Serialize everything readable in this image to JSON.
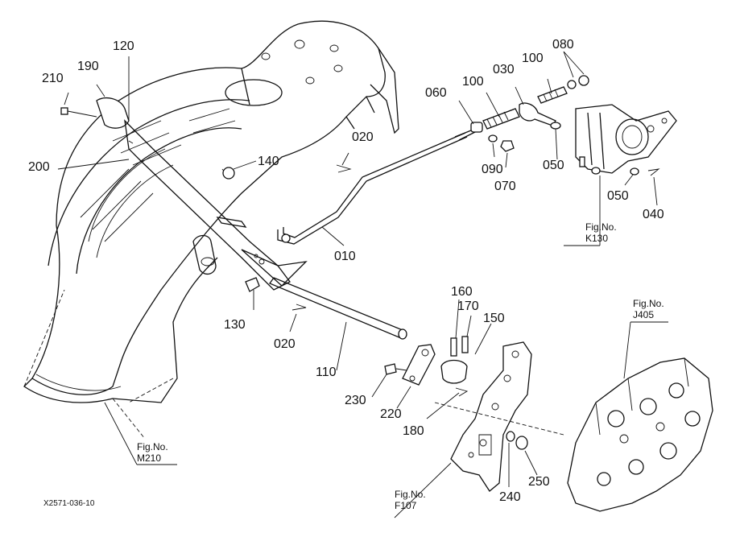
{
  "drawing_code": "X2571-036-10",
  "parts": [
    {
      "id": "p010",
      "label": "010"
    },
    {
      "id": "p020a",
      "label": "020"
    },
    {
      "id": "p020b",
      "label": "020"
    },
    {
      "id": "p030",
      "label": "030"
    },
    {
      "id": "p040",
      "label": "040"
    },
    {
      "id": "p050a",
      "label": "050"
    },
    {
      "id": "p050b",
      "label": "050"
    },
    {
      "id": "p060",
      "label": "060"
    },
    {
      "id": "p070",
      "label": "070"
    },
    {
      "id": "p080",
      "label": "080"
    },
    {
      "id": "p090",
      "label": "090"
    },
    {
      "id": "p100a",
      "label": "100"
    },
    {
      "id": "p100b",
      "label": "100"
    },
    {
      "id": "p110",
      "label": "110"
    },
    {
      "id": "p120",
      "label": "120"
    },
    {
      "id": "p130",
      "label": "130"
    },
    {
      "id": "p140",
      "label": "140"
    },
    {
      "id": "p150",
      "label": "150"
    },
    {
      "id": "p160",
      "label": "160"
    },
    {
      "id": "p170",
      "label": "170"
    },
    {
      "id": "p180",
      "label": "180"
    },
    {
      "id": "p190",
      "label": "190"
    },
    {
      "id": "p200",
      "label": "200"
    },
    {
      "id": "p210",
      "label": "210"
    },
    {
      "id": "p220",
      "label": "220"
    },
    {
      "id": "p230",
      "label": "230"
    },
    {
      "id": "p240",
      "label": "240"
    },
    {
      "id": "p250",
      "label": "250"
    }
  ],
  "figure_refs": [
    {
      "id": "k130",
      "line1": "Fig.No.",
      "line2": "K130"
    },
    {
      "id": "j405",
      "line1": "Fig.No.",
      "line2": "J405"
    },
    {
      "id": "m210",
      "line1": "Fig.No.",
      "line2": "M210"
    },
    {
      "id": "f107",
      "line1": "Fig.No.",
      "line2": "F107"
    }
  ]
}
